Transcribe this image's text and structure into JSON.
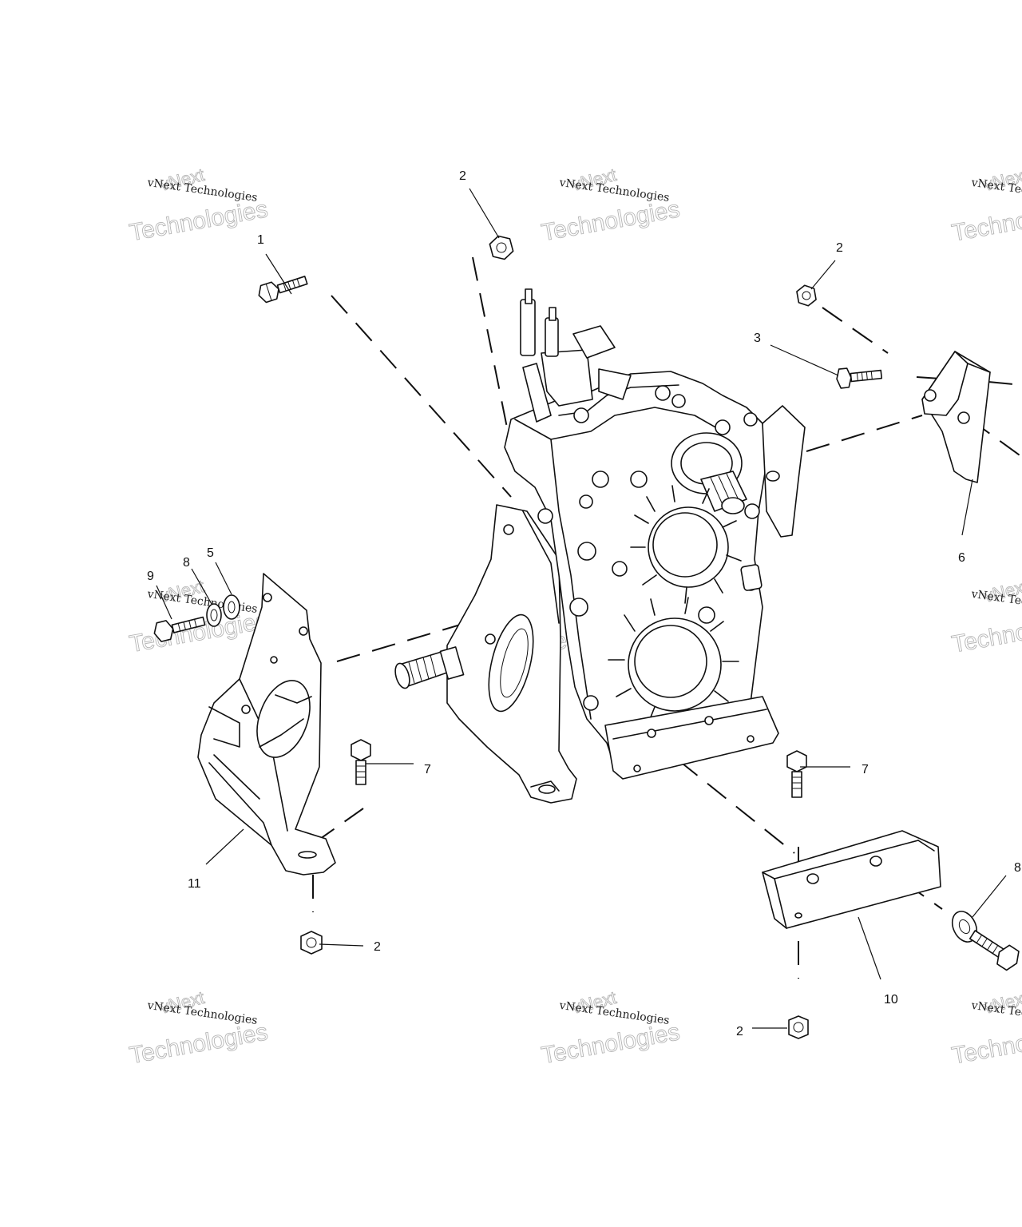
{
  "watermark": {
    "brand_top": "vNext",
    "brand_line": "vNext Technologies",
    "brand_bottom": "Technologies"
  },
  "callouts": {
    "c1": "1",
    "c2_top": "2",
    "c2_right": "2",
    "c3": "3",
    "c5": "5",
    "c6": "6",
    "c7_left": "7",
    "c7_right": "7",
    "c8_left": "8",
    "c8_right": "8",
    "c9": "9",
    "c10": "10",
    "c11": "11",
    "c2_bottom_left": "2",
    "c2_bottom_right": "2"
  }
}
